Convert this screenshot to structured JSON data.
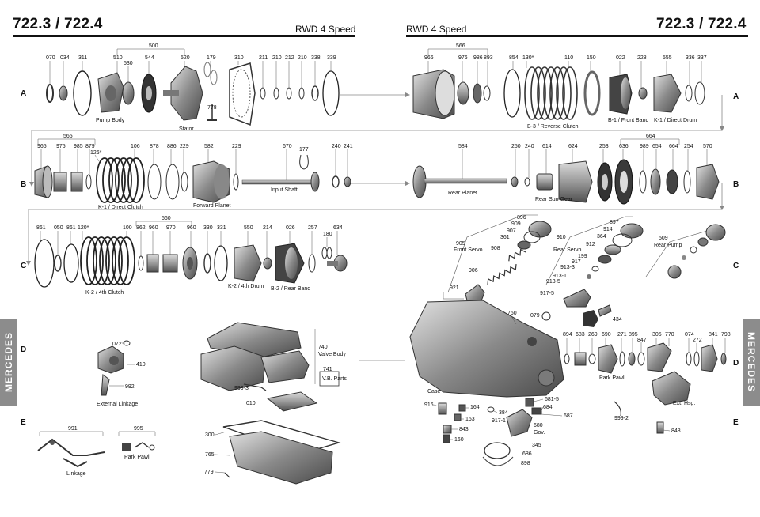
{
  "header": {
    "left_title": "722.3 / 722.4",
    "left_subtitle": "RWD 4 Speed",
    "right_subtitle": "RWD 4 Speed",
    "right_title": "722.3 / 722.4"
  },
  "side_labels": {
    "left": "MERCEDES",
    "right": "MERCEDES"
  },
  "row_labels": [
    "A",
    "B",
    "C",
    "D",
    "E"
  ],
  "part_numbers": {
    "rowA_left": [
      "070",
      "034",
      "311",
      "510",
      "530",
      "544",
      "520",
      "179",
      "778",
      "310",
      "211",
      "210",
      "212",
      "210",
      "338",
      "339"
    ],
    "rowA_right": [
      "966",
      "976",
      "986",
      "893",
      "854",
      "130*",
      "110",
      "150",
      "022",
      "228",
      "555",
      "336",
      "337"
    ],
    "rowA_bracket_left": "500",
    "rowA_bracket_right": "566",
    "rowB_left": [
      "965",
      "975",
      "985",
      "879",
      "126*",
      "106",
      "878",
      "886",
      "229",
      "582",
      "229",
      "670",
      "177",
      "240",
      "241"
    ],
    "rowB_right": [
      "584",
      "250",
      "240",
      "614",
      "624",
      "253",
      "636",
      "989",
      "654",
      "664",
      "254",
      "570"
    ],
    "rowB_bracket_left": "565",
    "rowB_bracket_right": "664",
    "rowC_left": [
      "861",
      "050",
      "861",
      "120*",
      "100",
      "862",
      "960",
      "970",
      "960",
      "330",
      "331",
      "550",
      "214",
      "026",
      "257",
      "180",
      "634"
    ],
    "rowC_bracket": "560",
    "servo_front": [
      "896",
      "909",
      "907",
      "361",
      "908",
      "906",
      "921",
      "905"
    ],
    "servo_rear": [
      "897",
      "914",
      "364",
      "912",
      "199",
      "917",
      "913-3",
      "913-1",
      "913-5",
      "917-5",
      "910"
    ],
    "rear_pump": [
      "509"
    ],
    "rowD_left": [
      "072",
      "410",
      "992",
      "740",
      "741",
      "999-3",
      "010"
    ],
    "rowD_right": [
      "760",
      "079",
      "434",
      "894",
      "683",
      "269",
      "690",
      "271",
      "895",
      "847",
      "305",
      "770",
      "074",
      "272",
      "841",
      "798"
    ],
    "rowE_left": [
      "991",
      "995",
      "300",
      "765",
      "779"
    ],
    "rowE_right": [
      "916",
      "164",
      "163",
      "843",
      "160",
      "384",
      "917-1",
      "681-5",
      "684",
      "687",
      "680",
      "345",
      "686",
      "898",
      "999-2",
      "848"
    ]
  },
  "captions": {
    "pump_body": "Pump Body",
    "stator": "Stator",
    "b3_clutch": "B-3 / Reverse Clutch",
    "b1_band": "B-1 / Front Band",
    "k1_drum": "K-1 / Direct Drum",
    "k1_clutch": "K-1 / Direct Clutch",
    "forward_planet": "Forward Planet",
    "input_shaft": "Input Shaft",
    "rear_planet": "Rear Planet",
    "rear_sun_gear": "Rear Sun Gear",
    "k2_clutch": "K-2 / 4th Clutch",
    "k2_drum": "K-2 / 4th Drum",
    "b2_band": "B-2 / Rear Band",
    "front_servo": "Front Servo",
    "rear_servo": "Rear Servo",
    "rear_pump": "Rear Pump",
    "external_linkage": "External Linkage",
    "valve_body": "Valve Body",
    "vb_parts": "V.B. Parts",
    "case": "Case",
    "park_pawl_d": "Park Pawl",
    "ext_hsg": "Ext. Hsg.",
    "gov": "Gov.",
    "linkage": "Linkage",
    "park_pawl_e": "Park Pawl"
  },
  "colors": {
    "rule": "#111111",
    "side_tab": "#8c8c8c",
    "part_dark": "#3a3a3a",
    "part_mid": "#8a8a8a",
    "part_light": "#c8c8c8"
  }
}
